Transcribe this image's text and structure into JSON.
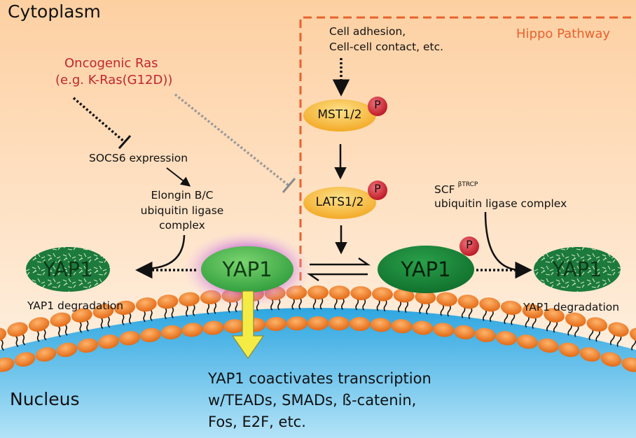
{
  "regions": {
    "cytoplasm": "Cytoplasm",
    "nucleus": "Nucleus",
    "pathway": "Hippo Pathway"
  },
  "upstream": {
    "line1": "Cell adhesion,",
    "line2": "Cell-cell contact, etc."
  },
  "ras": {
    "line1": "Oncogenic Ras",
    "line2": "(e.g. K-Ras(G12D))"
  },
  "socs6": "SOCS6 expression",
  "elongin": {
    "line1": "Elongin B/C",
    "line2": "ubiquitin ligase",
    "line3": "complex"
  },
  "scf": {
    "main": "SCF",
    "sup": "βTRCP",
    "line2": "ubiquitin ligase complex"
  },
  "kinases": {
    "mst": "MST1/2",
    "lats": "LATS1/2",
    "phospho": "P"
  },
  "yap": {
    "center": "YAP1",
    "phosphorylated": "YAP1",
    "degraded_left": "YAP1",
    "degraded_right": "YAP1",
    "degradation_left": "YAP1 degradation",
    "degradation_right": "YAP1 degradation"
  },
  "nuclear": {
    "line1": "YAP1 coactivates transcription",
    "line2": "w/TEADs, SMADs, ß-catenin,",
    "line3": "Fos, E2F, etc."
  },
  "colors": {
    "bg_top": "#fdd3a8",
    "bg_bottom": "#fff6ec",
    "nucleus_top": "#30a8e2",
    "nucleus_bottom": "#a9def7",
    "pathway_border": "#e8622e",
    "kinase": "#f6b632",
    "yap_active": "#3cb54a",
    "yap_phospho": "#148c38",
    "yap_degraded": "#1e7a3e",
    "phospho": "#c8202f",
    "lipid": "#f07a22",
    "ras_text": "#c0272d",
    "arrow_yellow": "#f4ec45"
  }
}
